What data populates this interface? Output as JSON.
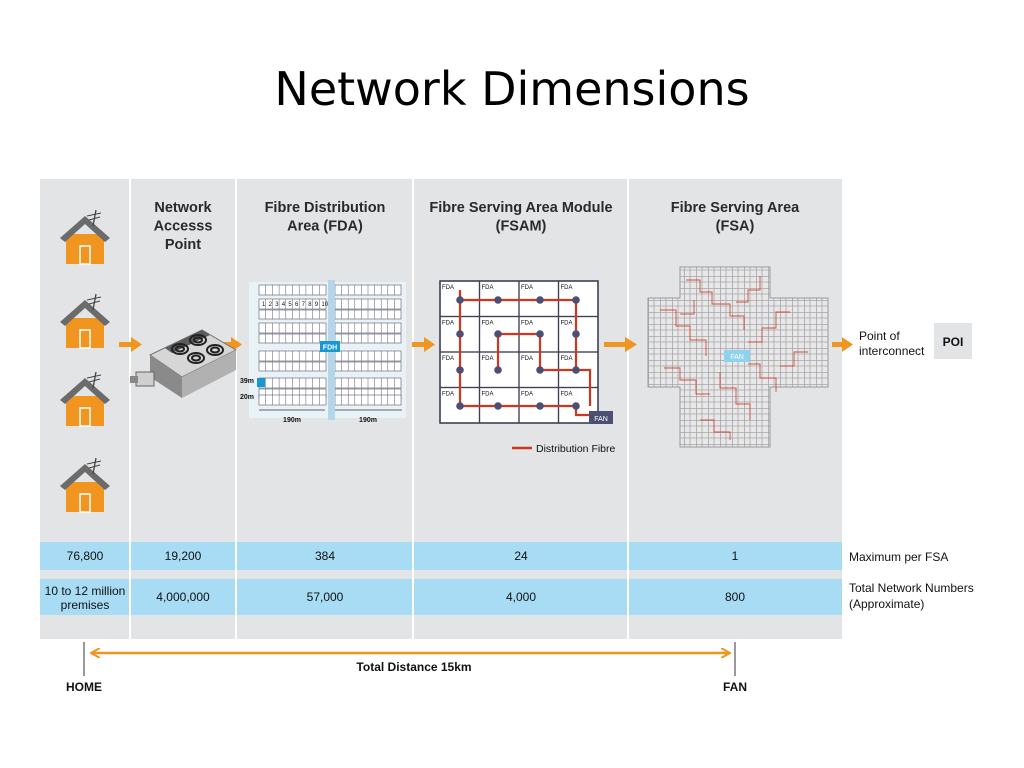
{
  "slide": {
    "title": "Network Dimensions"
  },
  "columns": [
    {
      "id": "home",
      "heading_lines": []
    },
    {
      "id": "nap",
      "heading_lines": [
        "Network",
        "Accesss",
        "Point"
      ]
    },
    {
      "id": "fda",
      "heading_lines": [
        "Fibre Distribution",
        "Area (FDA)"
      ]
    },
    {
      "id": "fsam",
      "heading_lines": [
        "Fibre Serving Area Module",
        "(FSAM)"
      ]
    },
    {
      "id": "fsa",
      "heading_lines": [
        "Fibre Serving Area",
        "(FSA)"
      ]
    }
  ],
  "rows": [
    {
      "id": "max-per-fsa",
      "label": "Maximum per FSA",
      "values": [
        "76,800",
        "19,200",
        "384",
        "24",
        "1"
      ]
    },
    {
      "id": "total-network",
      "label_lines": [
        "Total Network Numbers",
        "(Approximate)"
      ],
      "values": [
        [
          "10 to 12 million",
          "premises"
        ],
        "4,000,000",
        "57,000",
        "4,000",
        "800"
      ]
    }
  ],
  "fda_panel": {
    "hub_label": "FDH",
    "dim_39": "39m",
    "dim_20": "20m",
    "dim_190a": "190m",
    "dim_190b": "190m",
    "numbers": [
      "1",
      "2",
      "3",
      "4",
      "5",
      "6",
      "7",
      "8",
      "9",
      "10"
    ]
  },
  "fsam_panel": {
    "cell_label": "FDA",
    "node_label": "FAN",
    "legend": "Distribution Fibre"
  },
  "fsa_panel": {
    "node_label": "FAN"
  },
  "poi": {
    "label_lines": [
      "Point of",
      "interconnect"
    ],
    "box": "POI"
  },
  "distance": {
    "label": "Total Distance 15km",
    "left": "HOME",
    "right": "FAN"
  },
  "colors": {
    "panel": "#e3e4e6",
    "band": "#a7dcf4",
    "arrow": "#f0951f",
    "house": "#f0951f",
    "roof": "#6b6b6b",
    "fibre": "#d0361f",
    "grid": "#3f3f58",
    "fan_box": "#4c4f72",
    "hub": "#1798d3"
  }
}
